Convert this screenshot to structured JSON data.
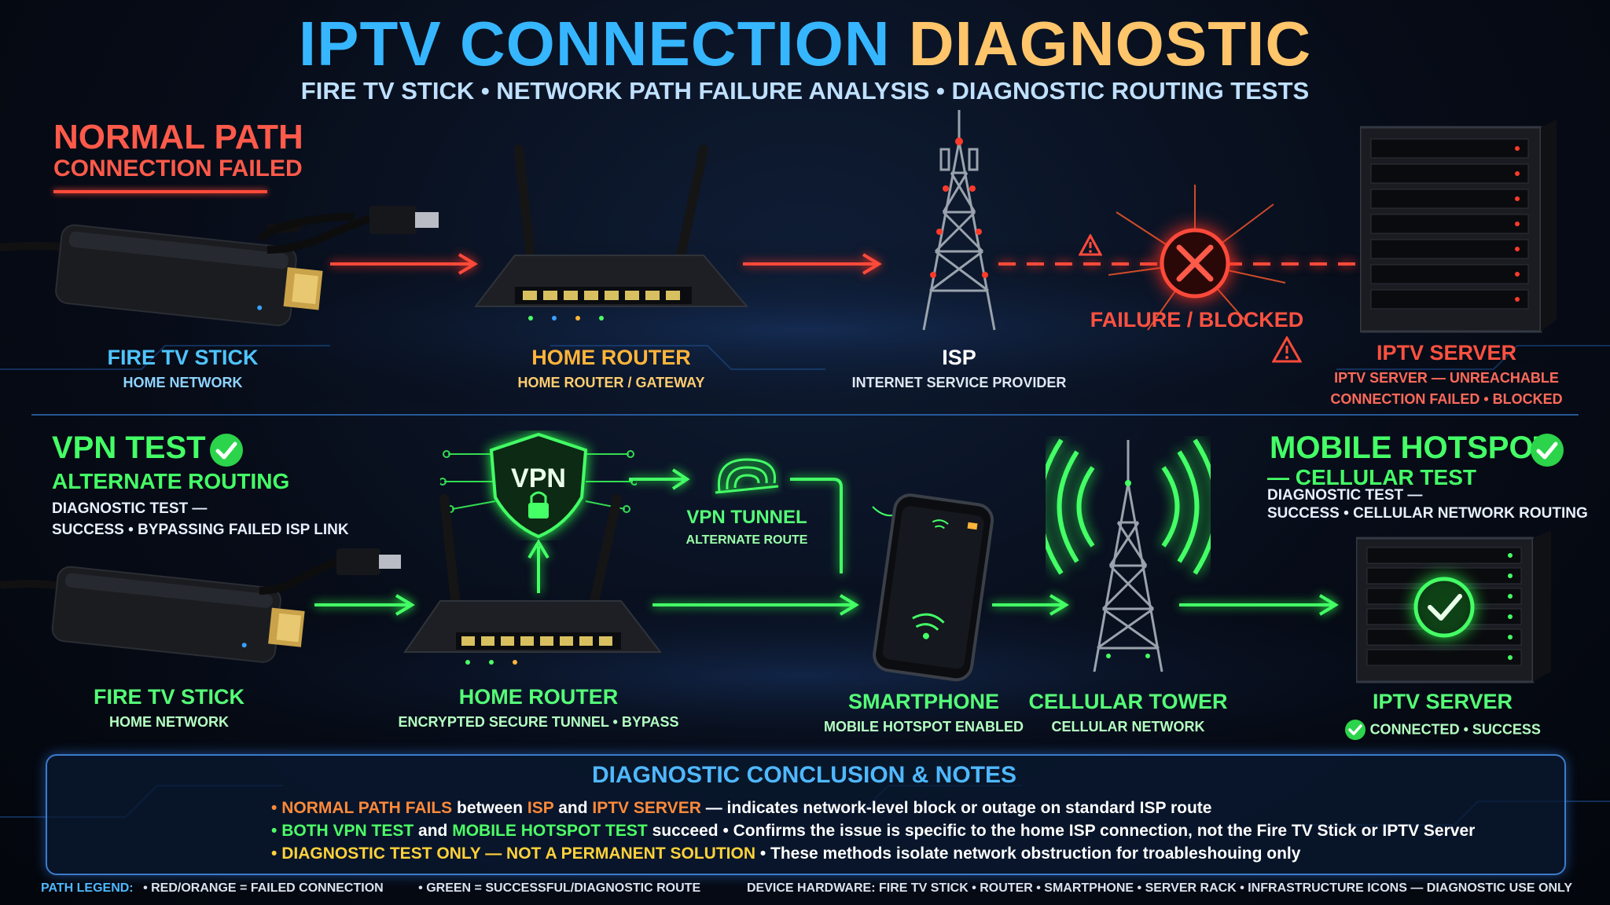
{
  "header": {
    "title_part1": "IPTV CONNECTION ",
    "title_part2": "DIAGNOSTIC",
    "subtitle": "FIRE TV STICK • NETWORK PATH FAILURE ANALYSIS • DIAGNOSTIC ROUTING TESTS"
  },
  "normal_path": {
    "heading": "NORMAL PATH",
    "subheading": "CONNECTION FAILED",
    "failure_label": "FAILURE / BLOCKED",
    "nodes": [
      {
        "name": "FIRE TV STICK",
        "sub": "HOME NETWORK"
      },
      {
        "name": "HOME ROUTER",
        "sub": "HOME ROUTER / GATEWAY"
      },
      {
        "name": "ISP",
        "sub": "INTERNET SERVICE PROVIDER"
      },
      {
        "name": "IPTV SERVER",
        "sub": "IPTV SERVER — UNREACHABLE",
        "sub2": "CONNECTION FAILED • BLOCKED"
      }
    ]
  },
  "vpn_test": {
    "heading": "VPN TEST",
    "subheading": "ALTERNATE ROUTING",
    "detail1": "DIAGNOSTIC TEST —",
    "detail2": "SUCCESS • BYPASSING FAILED ISP LINK",
    "vpn_badge": "VPN",
    "tunnel": {
      "name": "VPN TUNNEL",
      "sub": "ALTERNATE ROUTE"
    },
    "nodes": [
      {
        "name": "FIRE TV STICK",
        "sub": "HOME NETWORK"
      },
      {
        "name": "HOME ROUTER",
        "sub": "ENCRYPTED SECURE TUNNEL • BYPASS"
      },
      {
        "name": "SMARTPHONE",
        "sub": "MOBILE HOTSPOT ENABLED"
      },
      {
        "name": "CELLULAR TOWER",
        "sub": "CELLULAR NETWORK"
      },
      {
        "name": "IPTV SERVER",
        "sub": "CONNECTED • SUCCESS"
      }
    ]
  },
  "hotspot_test": {
    "heading": "MOBILE HOTSPOT",
    "subheading": "— CELLULAR TEST",
    "detail1": "DIAGNOSTIC TEST —",
    "detail2": "SUCCESS • CELLULAR NETWORK ROUTING"
  },
  "notes": {
    "title": "DIAGNOSTIC CONCLUSION & NOTES",
    "line1": {
      "a": "NORMAL PATH FAILS",
      "b": " between ",
      "c": "ISP",
      "d": " and ",
      "e": "IPTV SERVER",
      "f": " — indicates network-level block or outage on standard ISP route"
    },
    "line2": {
      "a": "BOTH VPN TEST",
      "b": " and ",
      "c": "MOBILE HOTSPOT TEST",
      "d": " succeed • Confirms the issue is specific to the home ISP connection, not the Fire TV Stick or IPTV Server"
    },
    "line3": {
      "a": "DIAGNOSTIC TEST ONLY — NOT A PERMANENT SOLUTION",
      "b": "  •  These methods isolate network obstruction for troableshouing only"
    }
  },
  "legend": {
    "label": "PATH LEGEND:",
    "red": "•  RED/ORANGE = FAILED CONNECTION",
    "green": "•  GREEN = SUCCESSFUL/DIAGNOSTIC ROUTE",
    "hardware": "DEVICE HARDWARE: FIRE TV STICK  •  ROUTER  •  SMARTPHONE  •  SERVER RACK  •  INFRASTRUCTURE ICONS — DIAGNOSTIC USE ONLY"
  },
  "colors": {
    "fail": "#ff4a3a",
    "success": "#44ff66",
    "accent_blue": "#36b6ff",
    "accent_orange": "#ffb43a"
  },
  "icons": [
    "fire-tv-stick-icon",
    "router-icon",
    "cell-tower-icon",
    "server-rack-icon",
    "failure-x-icon",
    "warning-icon",
    "vpn-shield-icon",
    "vpn-tunnel-icon",
    "smartphone-icon",
    "check-icon"
  ]
}
